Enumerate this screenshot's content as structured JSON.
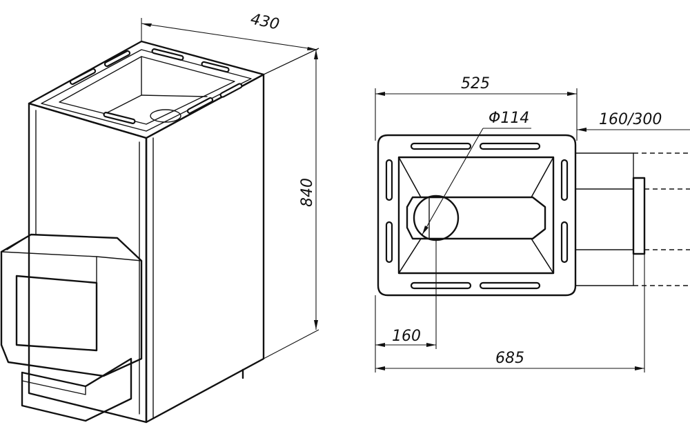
{
  "dimensions": {
    "depth": "430",
    "height": "840",
    "width_top": "525",
    "flue_diameter": "Φ114",
    "firebox_extension": "160/300",
    "flue_offset": "160",
    "overall_length": "685"
  }
}
